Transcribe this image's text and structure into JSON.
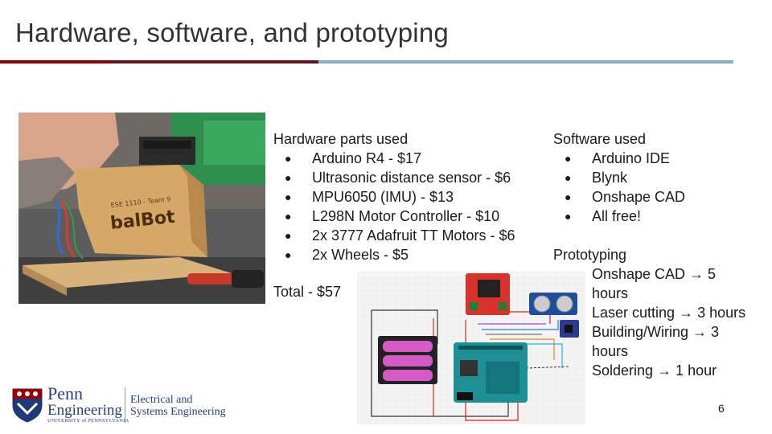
{
  "slide": {
    "title": "Hardware, software, and prototyping",
    "page_number": "6",
    "accent_colors": {
      "red": "#990000",
      "maroon": "#6b0f1a",
      "blue": "#82afd3"
    }
  },
  "hardware": {
    "heading": "Hardware parts used",
    "items": [
      "Arduino R4 - $17",
      "Ultrasonic distance sensor - $6",
      "MPU6050 (IMU) - $13",
      "L298N Motor Controller - $10",
      "2x 3777 Adafruit TT Motors - $6",
      "2x Wheels - $5"
    ],
    "total": "Total - $57"
  },
  "software": {
    "heading": "Software used",
    "items": [
      "Arduino IDE",
      "Blynk",
      "Onshape CAD",
      "All free!"
    ]
  },
  "prototyping": {
    "heading": "Prototyping",
    "lines": [
      "Onshape CAD → 5",
      "hours",
      "Laser cutting → 3 hours",
      "Building/Wiring → 3",
      "hours",
      "Soldering → 1 hour"
    ]
  },
  "photo": {
    "board_text_1": "ESE 1110 - Team 9",
    "board_text_2": "balBot"
  },
  "logo": {
    "penn": "Penn",
    "engineering": "Engineering",
    "university": "UNIVERSITY of PENNSYLVANIA",
    "dept_line1": "Electrical and",
    "dept_line2": "Systems Engineering"
  }
}
